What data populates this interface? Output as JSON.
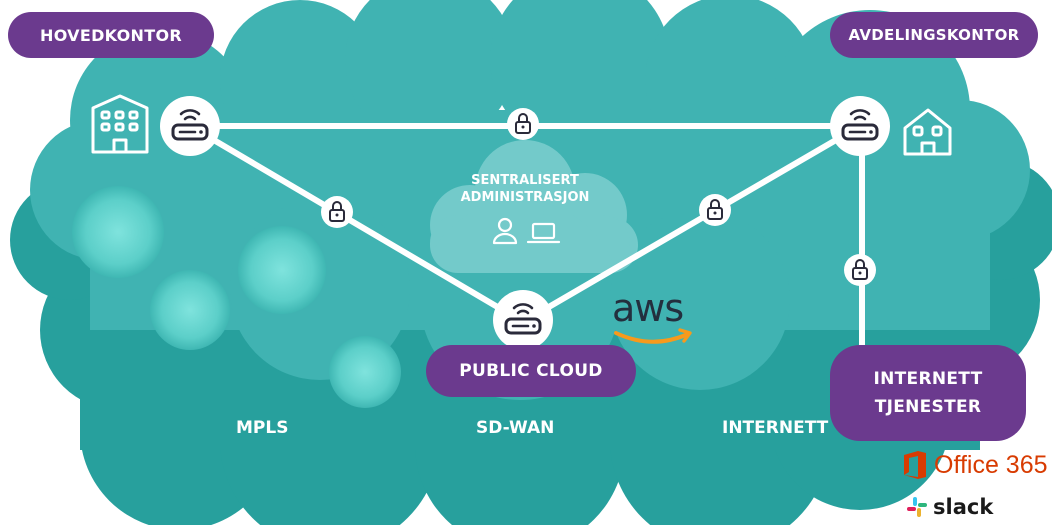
{
  "sites": {
    "head_office": "HOVEDKONTOR",
    "branch_office": "AVDELINGSKONTOR",
    "public_cloud": "PUBLIC CLOUD",
    "internet_services_line1": "INTERNETT",
    "internet_services_line2": "TJENESTER"
  },
  "networks": {
    "mpls": "MPLS",
    "sdwan": "SD-WAN",
    "internet": "INTERNETT"
  },
  "central_admin": {
    "line1": "SENTRALISERT",
    "line2": "ADMINISTRASJON"
  },
  "logos": {
    "aws": "aws",
    "office365": "Office 365",
    "slack": "slack"
  },
  "colors": {
    "cloud_teal": "#3fb1b1",
    "cloud_dark": "#27a29f",
    "bubble": "#6fd9d4",
    "pill_purple": "#6b3a8e",
    "line_white": "#ffffff",
    "router_dark": "#2a2a3a",
    "aws_orange": "#f79a1c",
    "office_orange": "#d83b01"
  },
  "icons": {
    "head_office": "office-building-icon",
    "branch_office": "house-icon",
    "router": "router-wifi-icon",
    "lock": "padlock-icon",
    "admin": "user-laptop-icon"
  }
}
